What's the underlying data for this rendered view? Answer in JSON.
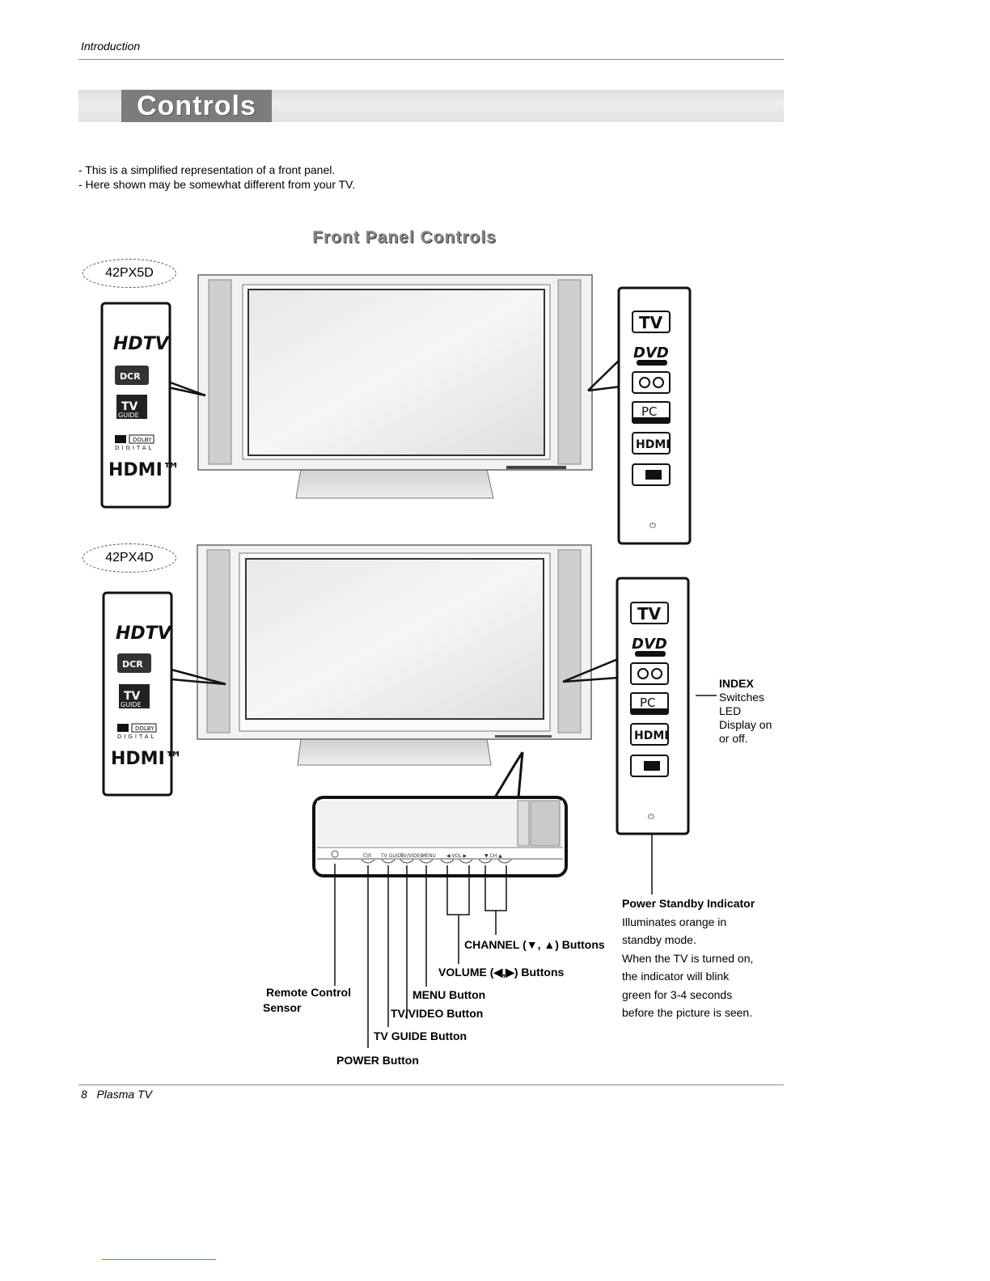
{
  "header": {
    "section": "Introduction",
    "title": "Controls"
  },
  "intro": {
    "lines": [
      "- This is a simplified representation of a front panel.",
      "- Here shown may be somewhat different from your TV."
    ]
  },
  "diagram": {
    "title": "Front Panel Controls",
    "models": [
      {
        "name": "42PX5D",
        "logos": [
          "HDTV",
          "DCR",
          "TV GUIDE",
          "DOLBY DIGITAL",
          "HDMI™"
        ]
      },
      {
        "name": "42PX4D",
        "logos": [
          "HDTV",
          "DCR",
          "TV GUIDE",
          "DOLBY DIGITAL",
          "HDMI™"
        ]
      }
    ],
    "side_panel_icons": [
      "TV",
      "DVD VIDEO",
      "VCR",
      "PC MONITOR",
      "HDMI",
      "INPUT"
    ],
    "strip_labels": [
      "TV GUIDE",
      "TV/VIDEO",
      "MENU",
      "◀ VOL ▶",
      "▼ CH ▲"
    ],
    "callouts": {
      "channel": "CHANNEL (▼, ▲) Buttons",
      "volume": "VOLUME (◀,▶) Buttons",
      "menu": "MENU Button",
      "tvvideo": "TV/VIDEO Button",
      "tvguide": "TV GUIDE Button",
      "power": "POWER Button",
      "remote_line1": "Remote Control",
      "remote_line2": "Sensor"
    },
    "index": {
      "title": "INDEX",
      "lines": [
        "Switches",
        "LED",
        "Display on",
        "or off."
      ]
    },
    "standby": {
      "title": "Power Standby Indicator",
      "lines": [
        "Illuminates orange in",
        "standby mode.",
        "When the TV is turned on,",
        "the indicator will blink",
        "green for 3-4 seconds",
        "before the picture is seen."
      ]
    }
  },
  "footer": {
    "page": "8",
    "product": "Plasma TV"
  }
}
